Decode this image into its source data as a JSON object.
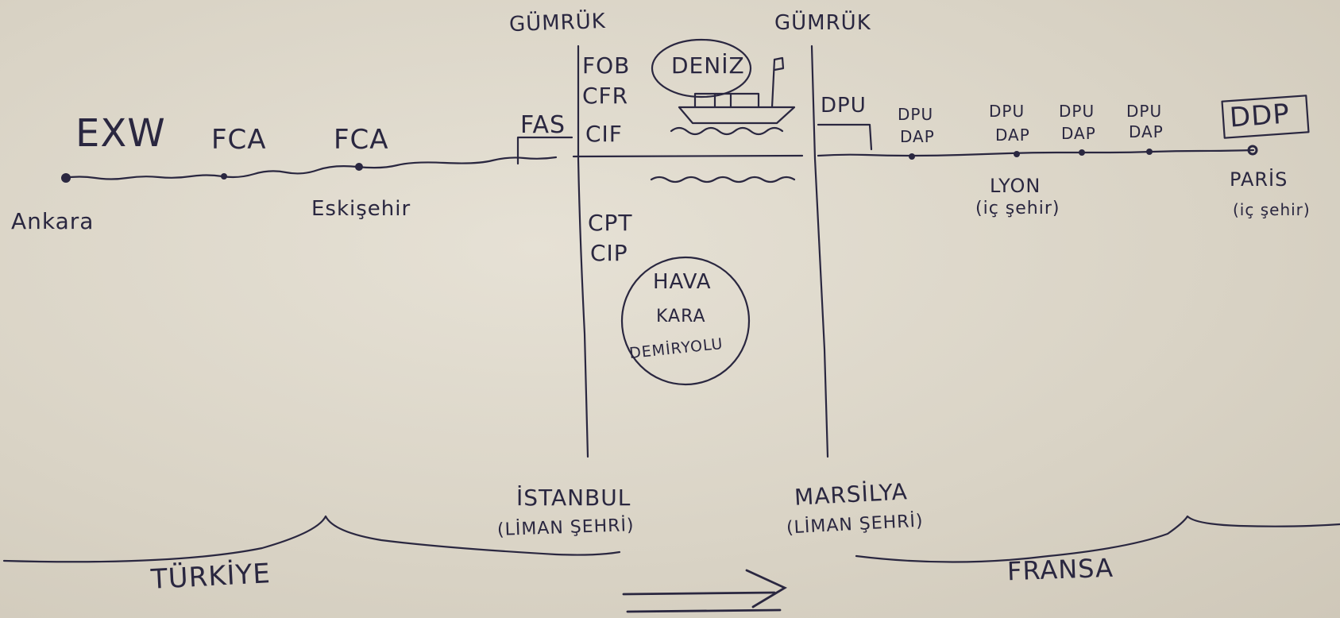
{
  "labels": {
    "customs_left": "GÜMRÜK",
    "customs_right": "GÜMRÜK",
    "sea": "DENİZ",
    "exw": "EXW",
    "fca_1": "FCA",
    "fca_2": "FCA",
    "fas": "FAS",
    "fob": "FOB",
    "cfr": "CFR",
    "cif": "CIF",
    "cpt": "CPT",
    "cip": "CIP",
    "modes": [
      "HAVA",
      "KARA",
      "DEMİRYOLU"
    ],
    "dpu_port": "DPU",
    "dpu_dap": [
      {
        "dpu": "DPU",
        "dap": "DAP"
      },
      {
        "dpu": "DPU",
        "dap": "DAP"
      },
      {
        "dpu": "DPU",
        "dap": "DAP"
      },
      {
        "dpu": "DPU",
        "dap": "DAP"
      }
    ],
    "ddp": "DDP",
    "ankara": "Ankara",
    "eskisehir": "Eskişehir",
    "lyon": "LYON",
    "lyon_sub": "(iç şehir)",
    "paris": "PARİS",
    "paris_sub": "(iç şehir)",
    "istanbul": "İSTANBUL",
    "istanbul_sub": "(LİMAN ŞEHRİ)",
    "marsilya": "MARSİLYA",
    "marsilya_sub": "(LİMAN ŞEHRİ)",
    "turkiye": "TÜRKİYE",
    "fransa": "FRANSA"
  }
}
